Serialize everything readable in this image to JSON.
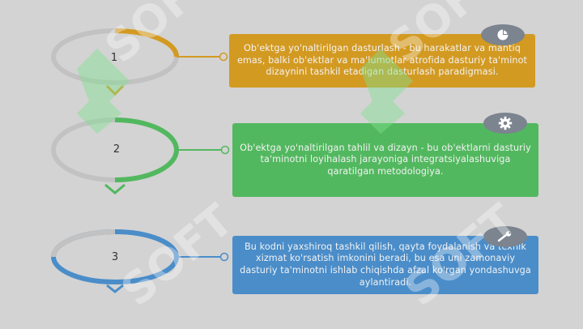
{
  "colors": {
    "background": "#d3d3d3",
    "track": "#c2c2c2",
    "step1": "#d39a22",
    "step2": "#52b85f",
    "step3": "#4a8dc9",
    "badge": "#7b848f"
  },
  "steps": [
    {
      "number": "1",
      "icon": "pie-chart-icon",
      "text": "Ob'ektga yo'naltirilgan dasturlash - bu harakatlar va mantiq emas, balki ob'ektlar va ma'lumotlar atrofida dasturiy ta'minot dizaynini tashkil etadigan dasturlash paradigmasi."
    },
    {
      "number": "2",
      "icon": "gear-icon",
      "text": "Ob'ektga yo'naltirilgan tahlil va dizayn - bu ob'ektlarni dasturiy ta'minotni loyihalash jarayoniga integratsiyalashuviga qaratilgan metodologiya."
    },
    {
      "number": "3",
      "icon": "wrench-icon",
      "text": "Bu kodni yaxshiroq tashkil qilish, qayta foydalanish va texnik xizmat ko'rsatish imkonini beradi, bu esa uni zamonaviy dasturiy ta'minotni ishlab chiqishda afzal ko'rgan yondashuvga aylantiradi."
    }
  ],
  "watermark": {
    "text": "SOFT"
  }
}
